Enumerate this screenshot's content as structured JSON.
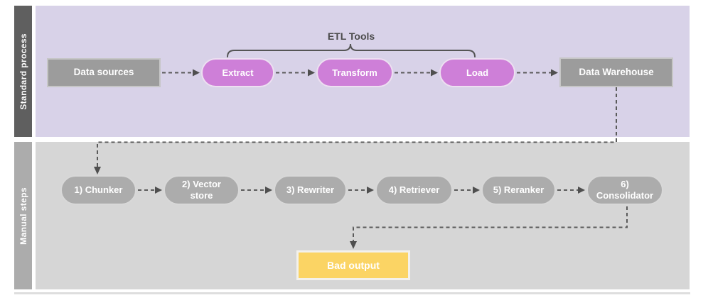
{
  "lanes": [
    {
      "label": "Standard process"
    },
    {
      "label": "Manual steps"
    }
  ],
  "standard_process": {
    "etl_tools_label": "ETL Tools",
    "nodes": [
      {
        "label": "Data sources",
        "type": "box"
      },
      {
        "label": "Extract",
        "type": "pill"
      },
      {
        "label": "Transform",
        "type": "pill"
      },
      {
        "label": "Load",
        "type": "pill"
      },
      {
        "label": "Data Warehouse",
        "type": "box"
      }
    ]
  },
  "manual_steps": {
    "nodes": [
      {
        "label": "1) Chunker"
      },
      {
        "label": "2) Vector store"
      },
      {
        "label": "3) Rewriter"
      },
      {
        "label": "4) Retriever"
      },
      {
        "label": "5) Reranker"
      },
      {
        "label": "6) Consolidator"
      }
    ],
    "output": {
      "label": "Bad output"
    }
  },
  "colors": {
    "lane1_background": "#D8D2E8",
    "lane1_header": "#5F5F5F",
    "lane2_background": "#D6D6D6",
    "lane2_header": "#ACACAC",
    "gray_box": "#9C9C9C",
    "gray_pill": "#ACACAC",
    "purple_pill": "#CE7FD8",
    "yellow_box": "#FBD464",
    "connector": "#5B5B5B",
    "etl_label_text": "#4B4B4B"
  }
}
